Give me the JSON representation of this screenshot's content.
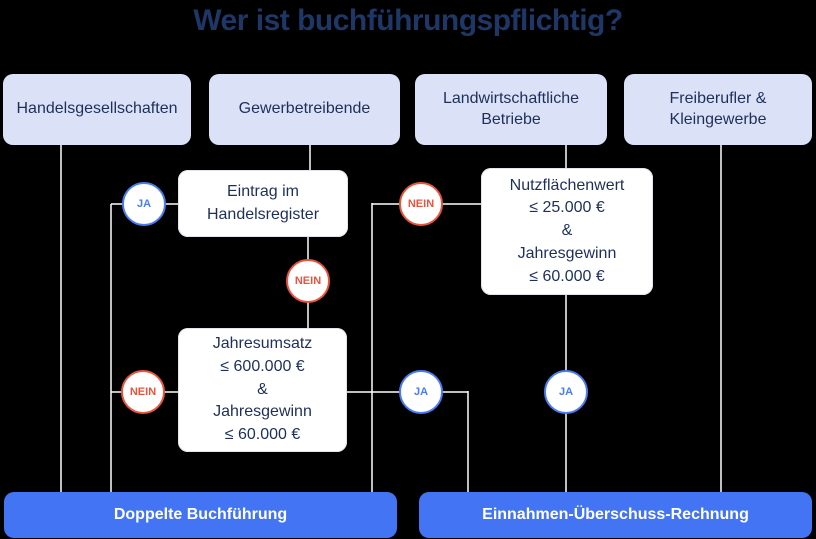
{
  "title": "Wer ist buchführungspflichtig?",
  "headers": [
    {
      "label": "Handelsgesellschaften"
    },
    {
      "label": "Gewerbetreibende"
    },
    {
      "label": "Landwirtschaftliche\nBetriebe"
    },
    {
      "label": "Freiberufler &\nKleingewerbe"
    }
  ],
  "decisions": [
    {
      "label": "Eintrag im\nHandelsregister"
    },
    {
      "label": "Jahresumsatz\n≤ 600.000 €\n&\nJahresgewinn\n≤ 60.000 €"
    },
    {
      "label": "Nutzflächenwert\n≤ 25.000 €\n&\nJahresgewinn\n≤ 60.000 €"
    }
  ],
  "badges": [
    {
      "label": "JA",
      "type": "yes"
    },
    {
      "label": "NEIN",
      "type": "no"
    },
    {
      "label": "NEIN",
      "type": "no"
    },
    {
      "label": "JA",
      "type": "yes"
    },
    {
      "label": "NEIN",
      "type": "no"
    },
    {
      "label": "JA",
      "type": "yes"
    }
  ],
  "results": [
    {
      "label": "Doppelte Buchführung"
    },
    {
      "label": "Einnahmen-Überschuss-Rechnung"
    }
  ],
  "colors": {
    "background": "#000000",
    "title_text": "#1f3766",
    "header_fill": "#dbe2f8",
    "box_text": "#1e3058",
    "yes_accent": "#4a7cf0",
    "no_accent": "#e8553f",
    "result_fill": "#4374f3",
    "result_text": "#ffffff",
    "connector": "#ffffff"
  }
}
